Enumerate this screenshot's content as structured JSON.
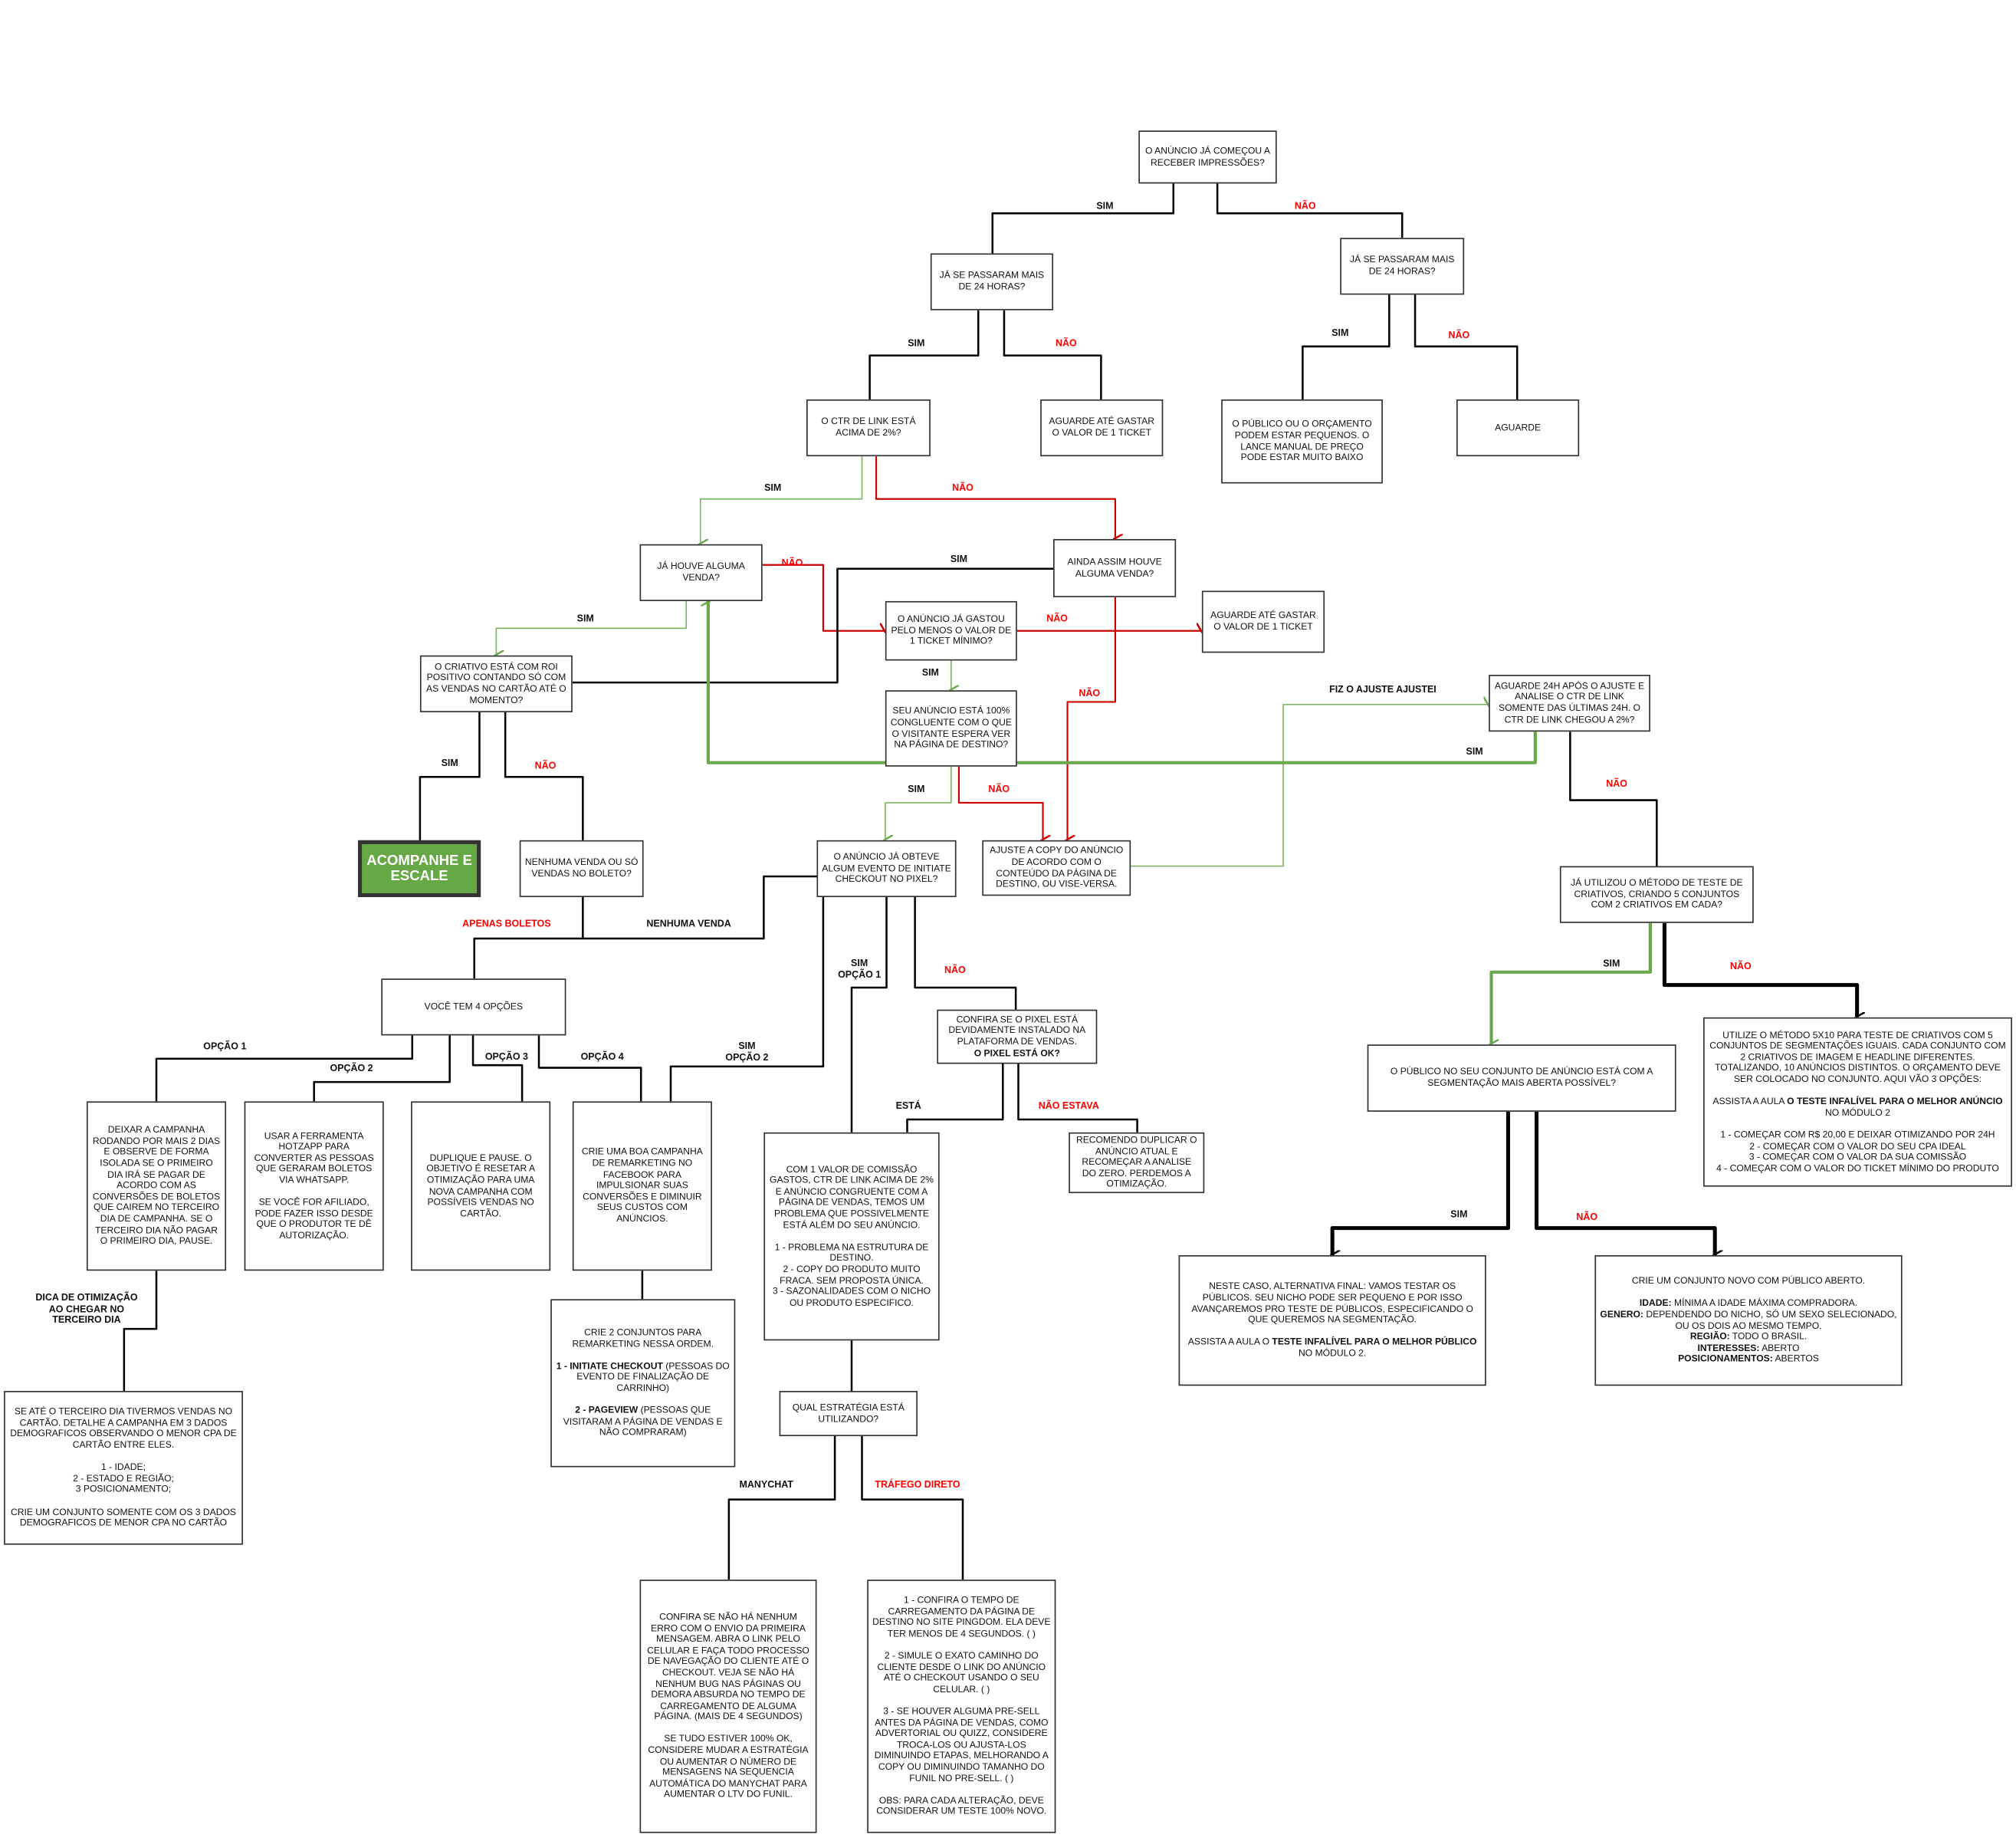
{
  "nodes": {
    "q_impressoes": [
      "O ANÚNCIO JÁ COMEÇOU A RECEBER IMPRESSÕES?"
    ],
    "q_24h_sim": [
      "JÁ SE PASSARAM MAIS DE 24 HORAS?"
    ],
    "q_24h_nao": [
      "JÁ SE PASSARAM MAIS DE 24 HORAS?"
    ],
    "q_ctr": [
      "O CTR DE LINK ESTÁ ACIMA DE 2%?"
    ],
    "aguarde_ticket_1": [
      "AGUARDE ATÉ GASTAR O VALOR DE 1 TICKET"
    ],
    "publico_pequeno": [
      "O PÚBLICO OU O ORÇAMENTO PODEM ESTAR PEQUENOS. O LANCE MANUAL DE PREÇO PODE ESTAR MUITO BAIXO"
    ],
    "aguarde": [
      "AGUARDE"
    ],
    "q_venda": [
      "JÁ HOUVE ALGUMA VENDA?"
    ],
    "q_ainda_venda": [
      "AINDA ASSIM HOUVE ALGUMA VENDA?"
    ],
    "q_gastou": [
      "O ANÚNCIO JÁ GASTOU PELO MENOS O VALOR DE 1 TICKET MÍNIMO?"
    ],
    "aguarde_ticket_2": [
      "AGUARDE ATÉ GASTAR O VALOR DE 1 TICKET"
    ],
    "q_roi": [
      "O CRIATIVO ESTÁ COM ROI POSITIVO CONTANDO SÓ COM AS VENDAS NO CARTÃO ATÉ O MOMENTO?"
    ],
    "q_congruente": [
      "SEU ANÚNCIO ESTÁ 100% CONGLUENTE COM O QUE O VISITANTE ESPERA VER NA PÁGINA DE DESTINO?"
    ],
    "aguarde_24h": [
      "AGUARDE 24H APÓS O AJUSTE E ANALISE O CTR DE LINK SOMENTE DAS ÚLTIMAS 24H. O CTR DE LINK CHEGOU A 2%?"
    ],
    "acompanhe": [
      "ACOMPANHE E ESCALE"
    ],
    "q_boleto": [
      "NENHUMA VENDA OU SÓ VENDAS NO BOLETO?"
    ],
    "q_checkout": [
      "O ANÚNCIO JÁ OBTEVE ALGUM EVENTO DE INITIATE CHECKOUT NO PIXEL?"
    ],
    "ajuste_copy": [
      "AJUSTE A COPY DO ANÚNCIO DE ACORDO COM O CONTEÚDO DA PÁGINA DE DESTINO, OU VISE-VERSA."
    ],
    "q_metodo": [
      "JÁ UTILIZOU O MÉTODO DE TESTE DE CRIATIVOS, CRIANDO 5 CONJUNTOS COM 2 CRIATIVOS EM CADA?"
    ],
    "quatro_opcoes": [
      "VOCÊ TEM 4 OPÇÕES"
    ],
    "confira_pixel": [
      "CONFIRA SE O PIXEL ESTÁ DEVIDAMENTE INSTALADO NA PLATAFORMA DE VENDAS.",
      [
        {
          "b": "O PIXEL ESTÁ OK?"
        }
      ]
    ],
    "q_segmentacao": [
      "O PÚBLICO NO SEU CONJUNTO DE ANÚNCIO ESTÁ COM A SEGMENTAÇÃO MAIS ABERTA POSSÍVEL?"
    ],
    "metodo_5x10": [
      "UTILIZE O MÉTODO 5X10 PARA TESTE DE CRIATIVOS COM 5 CONJUNTOS DE SEGMENTAÇÕES IGUAIS. CADA CONJUNTO COM 2 CRIATIVOS DE IMAGEM E HEADLINE DIFERENTES. TOTALIZANDO, 10 ANÚNCIOS DISTINTOS. O ORÇAMENTO DEVE SER COLOCADO NO CONJUNTO. AQUI VÃO 3 OPÇÕES:",
      "",
      [
        "ASSISTA A AULA ",
        {
          "b": "O TESTE INFALÍVEL PARA O MELHOR ANÚNCIO"
        },
        " NO MÓDULO 2"
      ],
      "",
      "1 - COMEÇAR COM R$ 20,00 E DEIXAR OTIMIZANDO POR 24H",
      "2 - COMEÇAR COM O VALOR DO SEU CPA IDEAL",
      "3 - COMEÇAR COM O VALOR DA SUA COMISSÃO",
      "4 - COMEÇAR COM O VALOR DO TICKET MÍNIMO DO PRODUTO"
    ],
    "opcao_1": [
      "DEIXAR A CAMPANHA RODANDO POR MAIS 2 DIAS E OBSERVE DE FORMA ISOLADA SE O PRIMEIRO DIA IRÁ SE PAGAR DE ACORDO COM AS CONVERSÕES DE BOLETOS QUE CAIREM NO TERCEIRO DIA DE CAMPANHA. SE O TERCEIRO DIA NÃO PAGAR O PRIMEIRO DIA, PAUSE."
    ],
    "opcao_2": [
      "USAR A FERRAMENTA HOTZAPP PARA CONVERTER AS PESSOAS QUE GERARAM BOLETOS VIA WHATSAPP.",
      "",
      "SE VOCÊ FOR AFILIADO, PODE FAZER ISSO DESDE QUE O PRODUTOR TE DÊ AUTORIZAÇÃO."
    ],
    "opcao_3": [
      "DUPLIQUE E PAUSE. O OBJETIVO É RESETAR A OTIMIZAÇÃO PARA UMA NOVA CAMPANHA COM POSSÍVEIS VENDAS NO CARTÃO."
    ],
    "opcao_4": [
      "CRIE UMA BOA CAMPANHA DE REMARKETING NO FACEBOOK PARA IMPULSIONAR SUAS CONVERSÕES E DIMINUIR SEUS CUSTOS COM ANÚNCIOS."
    ],
    "com_valor_comissao": [
      "COM 1 VALOR DE COMISSÃO GASTOS, CTR DE LINK ACIMA DE 2% E ANÚNCIO CONGRUENTE COM A PÁGINA DE VENDAS, TEMOS UM PROBLEMA QUE POSSIVELMENTE ESTÁ ALÉM DO SEU ANÚNCIO.",
      "",
      "1 - PROBLEMA NA ESTRUTURA DE DESTINO.",
      "2 -  COPY DO PRODUTO MUITO FRACA. SEM PROPOSTA ÚNICA.",
      "3 - SAZONALIDADES COM O NICHO OU PRODUTO ESPECIFICO."
    ],
    "recomendo_duplicar": [
      "RECOMENDO DUPLICAR O ANÚNCIO ATUAL E RECOMEÇAR A ANALISE DO ZERO. PERDEMOS A OTIMIZAÇÃO."
    ],
    "neste_caso": [
      "NESTE CASO, ALTERNATIVA FINAL: VAMOS TESTAR OS PÚBLICOS. SEU NICHO PODE SER PEQUENO E POR ISSO AVANÇAREMOS PRO TESTE DE PÚBLICOS, ESPECIFICANDO O QUE QUEREMOS NA SEGMENTAÇÃO.",
      "",
      [
        "ASSISTA A AULA O ",
        {
          "b": "TESTE INFALÍVEL PARA O MELHOR PÚBLICO"
        },
        " NO MÓDULO 2."
      ]
    ],
    "crie_conjunto_aberto": [
      "CRIE UM CONJUNTO NOVO COM PÚBLICO ABERTO.",
      "",
      [
        {
          "b": "IDADE:"
        },
        " MÍNIMA A IDADE MÁXIMA COMPRADORA."
      ],
      [
        {
          "b": "GENERO:"
        },
        " DEPENDENDO DO NICHO, SÓ UM SEXO SELECIONADO, OU OS DOIS AO MESMO TEMPO."
      ],
      [
        {
          "b": "REGIÃO:"
        },
        " TODO O BRASIL."
      ],
      [
        {
          "b": "INTERESSES:"
        },
        " ABERTO"
      ],
      [
        {
          "b": "POSICIONAMENTOS:"
        },
        " ABERTOS"
      ]
    ],
    "dica_terceiro_dia": [
      "SE ATÉ O TERCEIRO DIA TIVERMOS VENDAS NO CARTÃO. DETALHE A CAMPANHA EM 3 DADOS DEMOGRAFICOS OBSERVANDO O MENOR CPA DE CARTÃO ENTRE ELES.",
      "",
      "1 - IDADE;",
      "2 - ESTADO E REGIÃO;",
      "3 POSICIONAMENTO;",
      "",
      "CRIE UM CONJUNTO SOMENTE COM OS 3 DADOS DEMOGRAFICOS DE MENOR CPA NO CARTÃO"
    ],
    "crie_2_conjuntos": [
      "CRIE 2 CONJUNTOS PARA REMARKETING NESSA ORDEM.",
      "",
      [
        {
          "b": "1 - INITIATE CHECKOUT"
        },
        " (PESSOAS DO EVENTO DE FINALIZAÇÃO DE CARRINHO)"
      ],
      "",
      [
        {
          "b": "2 - PAGEVIEW"
        },
        " (PESSOAS QUE VISITARAM A PÁGINA DE VENDAS E NÃO COMPRARAM)"
      ]
    ],
    "q_estrategia": [
      "QUAL ESTRATÉGIA ESTÁ UTILIZANDO?"
    ],
    "manychat_box": [
      "CONFIRA SE NÃO HÁ NENHUM ERRO COM O ENVIO DA PRIMEIRA MENSAGEM. ABRA O LINK PELO CELULAR E FAÇA TODO PROCESSO DE NAVEGAÇÃO DO CLIENTE ATÉ O CHECKOUT. VEJA SE NÃO HÁ NENHUM BUG NAS PÁGINAS OU DEMORA ABSURDA NO TEMPO DE CARREGAMENTO DE ALGUMA PÁGINA. (MAIS DE 4 SEGUNDOS)",
      "",
      "SE TUDO ESTIVER 100% OK, CONSIDERE MUDAR A ESTRATÉGIA OU AUMENTAR O NÚMERO DE MENSAGENS NA SEQUENCIA AUTOMÁTICA DO MANYCHAT PARA AUMENTAR O LTV DO FUNIL."
    ],
    "trafego_direto_box": [
      "1 - CONFIRA O TEMPO DE CARREGAMENTO DA PÁGINA DE DESTINO NO SITE PINGDOM. ELA DEVE TER MENOS DE 4 SEGUNDOS. (   )",
      "",
      "2 - SIMULE O EXATO CAMINHO DO CLIENTE DESDE O LINK DO ANÚNCIO ATÉ O CHECKOUT USANDO O SEU CELULAR. (   )",
      "",
      "3 - SE HOUVER  ALGUMA PRE-SELL ANTES DA PÁGINA DE VENDAS, COMO ADVERTORIAL OU QUIZZ, CONSIDERE TROCA-LOS OU AJUSTA-LOS DIMINUINDO ETAPAS, MELHORANDO A COPY OU DIMINUINDO TAMANHO DO FUNIL NO PRE-SELL. (   )",
      "",
      "OBS: PARA CADA ALTERAÇÃO, DEVE CONSIDERAR UM TESTE 100% NOVO."
    ]
  },
  "labels": {
    "l1": "SIM",
    "l2": "NÃO",
    "l3": "SIM",
    "l4": "NÃO",
    "l5": "SIM",
    "l6": "NÃO",
    "l7": "SIM",
    "l8": "NÃO",
    "l9": "NÃO",
    "l10": "SIM",
    "l11": "SIM",
    "l12": "NÃO",
    "l13": "SIM",
    "l14": "NÃO",
    "l15": "SIM",
    "l16": "NÃO",
    "l17": "FIZ O AJUSTE AJUSTEI",
    "l18": "SIM",
    "l19": "NÃO",
    "l20": "SIM",
    "l21": "NÃO",
    "l22": "APENAS BOLETOS",
    "l23": "NENHUMA VENDA",
    "l24": "SIM\nOPÇÃO 2",
    "l25": "SIM\nOPÇÃO 1",
    "l26": "NÃO",
    "l27": "ESTÁ",
    "l28": "NÃO ESTAVA",
    "l29": "OPÇÃO 1",
    "l30": "OPÇÃO 2",
    "l31": "OPÇÃO 3",
    "l32": "OPÇÃO 4",
    "l33": "DICA DE OTIMIZAÇÃO\nAO CHEGAR NO\nTERCEIRO DIA",
    "l34": "MANYCHAT",
    "l35": "TRÁFEGO DIRETO",
    "l36": "SIM",
    "l37": "NÃO",
    "l38": "SIM",
    "l39": "NÃO"
  },
  "colors": {
    "black": "#000000",
    "green": "#82b366",
    "green_strong": "#6aa84f",
    "red": "#cc0000",
    "label_red": "#ff0000",
    "box_green": "#65a845"
  }
}
